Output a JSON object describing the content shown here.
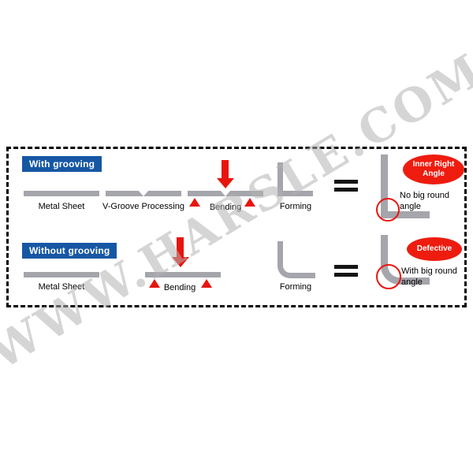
{
  "watermark": "WWW.HARSLE.COM",
  "colors": {
    "heading_blue": "#1657a4",
    "sheet_gray": "#a5a5ac",
    "arrow_red": "#e8150d",
    "badge_red": "#ee1c0f",
    "frame_black": "#000000"
  },
  "rows": {
    "with": {
      "heading": "With grooving",
      "steps": {
        "metal_sheet": "Metal Sheet",
        "v_groove": "V-Groove Processing",
        "bending": "Bending",
        "forming": "Forming"
      },
      "result": {
        "badge": "Inner Right Angle",
        "note": "No big round angle"
      }
    },
    "without": {
      "heading": "Without grooving",
      "steps": {
        "metal_sheet": "Metal Sheet",
        "bending": "Bending",
        "forming": "Forming"
      },
      "result": {
        "badge": "Defective",
        "note": "With big round angle"
      }
    }
  }
}
